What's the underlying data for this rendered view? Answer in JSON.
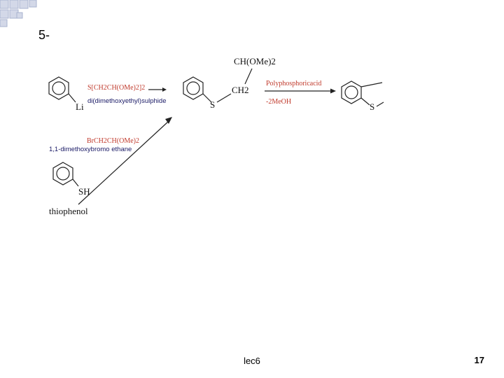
{
  "slide": {
    "number_label": "5-",
    "footer_text": "lec6",
    "page_number": "17"
  },
  "colors": {
    "deco_fill": "#d3d8e8",
    "deco_stroke": "#a9b3cf",
    "reagent_red": "#c0392b",
    "name_dark": "#1a1a66",
    "bond": "#222222"
  },
  "diagram": {
    "top_group": "CH(OMe)2",
    "reagent1_formula": "S[CH2CH(OMe)2]2",
    "reagent1_name": "di(dimethoxyethyl)sulphide",
    "reagent2_formula": "BrCH2CH(OMe)2",
    "reagent2_name": "1,1-dimethoxybromo ethane",
    "reagent3_formula": "Polyphosphoricacid",
    "reagent3_loss": "-2MeOH",
    "intermediate_group": "CH2",
    "atom_li": "Li",
    "atom_s1": "S",
    "atom_s2": "S",
    "atom_sh": "SH",
    "starting_name": "thiophenol"
  }
}
